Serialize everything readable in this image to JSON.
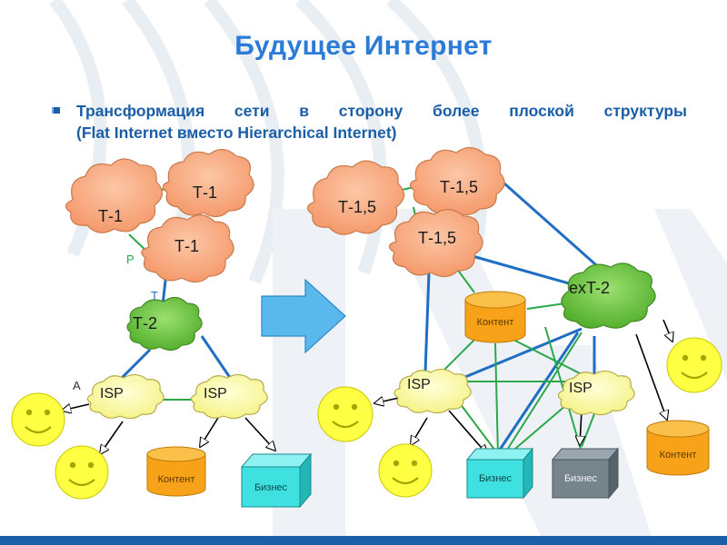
{
  "slide": {
    "title": "Будущее Интернет",
    "bullet_line1": "Трансформация сети в сторону более плоской структуры",
    "bullet_line2": "(Flat Internet вместо Hierarchical Internet)"
  },
  "colors": {
    "title": "#2c7bd6",
    "bullet": "#1b5ea8",
    "tier1_cloud": "#f9b08a",
    "tier2_cloud": "#74c94a",
    "isp_cloud": "#ffffa8",
    "smiley": "#ffff44",
    "content_db": "#f7a218",
    "business_box": "#3ee0e0",
    "peering_link": "#2aa84a",
    "transit_link": "#1f6ec4",
    "arrow_fill": "#5ab8ec"
  },
  "left_diagram": {
    "nodes": {
      "t1_a": "Т-1",
      "t1_b": "Т-1",
      "t1_c": "Т-1",
      "t2": "Т-2",
      "isp_a": "ISP",
      "isp_b": "ISP",
      "content": "Контент",
      "business": "Бизнес"
    },
    "link_labels": {
      "p": "P",
      "t": "T",
      "a": "A"
    }
  },
  "right_diagram": {
    "nodes": {
      "t15_a": "Т-1,5",
      "t15_b": "Т-1,5",
      "t15_c": "Т-1,5",
      "ext2": "exT-2",
      "content_center": "Контент",
      "content_right": "Контент",
      "isp_a": "ISP",
      "isp_b": "ISP",
      "business_a": "Бизнес",
      "business_b": "Бизнес"
    }
  }
}
